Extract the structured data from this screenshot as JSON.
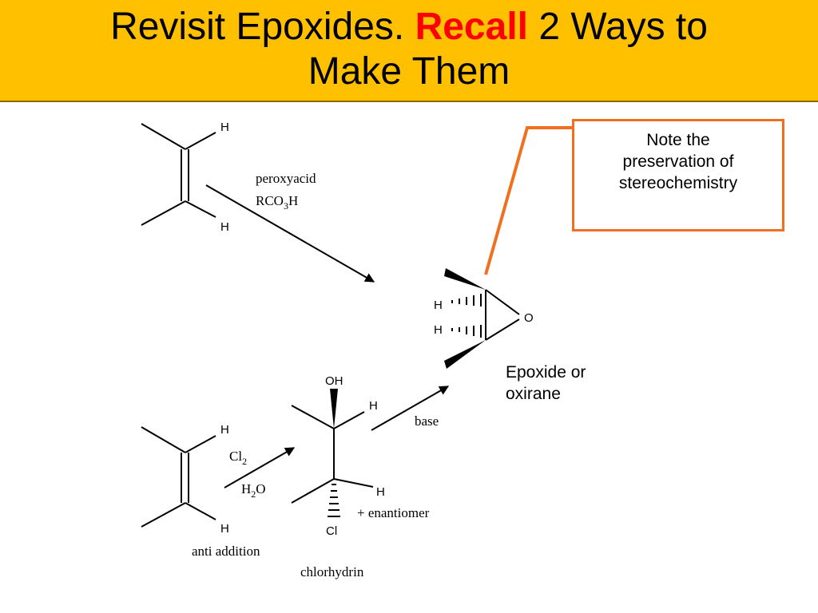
{
  "title": {
    "part1": "Revisit Epoxides. ",
    "accent": "Recall",
    "part2": " 2 Ways to",
    "line2": "Make Them"
  },
  "note": {
    "line1": "Note the",
    "line2": "preservation of",
    "line3": "stereochemistry"
  },
  "epoxide": {
    "label_line1": "Epoxide or",
    "label_line2": "oxirane",
    "h_top": "H",
    "h_bottom": "H",
    "oxygen": "O"
  },
  "alkene_top": {
    "h_top": "H",
    "h_bottom": "H"
  },
  "reaction1": {
    "reagent_name": "peroxyacid",
    "reagent_formula": "RCO",
    "subscript": "3",
    "formula_tail": "H"
  },
  "alkene_bottom": {
    "h_top": "H",
    "h_bottom": "H",
    "caption": "anti addition"
  },
  "reaction2": {
    "reagent1": "Cl",
    "reagent1_sub": "2",
    "reagent2_a": "H",
    "reagent2_sub": "2",
    "reagent2_b": "O"
  },
  "chlorohydrin": {
    "oh": "OH",
    "h_top": "H",
    "h_bottom": "H",
    "cl": "Cl",
    "enantiomer": "+ enantiomer",
    "caption": "chlorhydrin"
  },
  "reaction3": {
    "reagent": "base"
  },
  "colors": {
    "title_bg": "#ffc000",
    "accent": "#ff0000",
    "callout": "#f07020"
  }
}
